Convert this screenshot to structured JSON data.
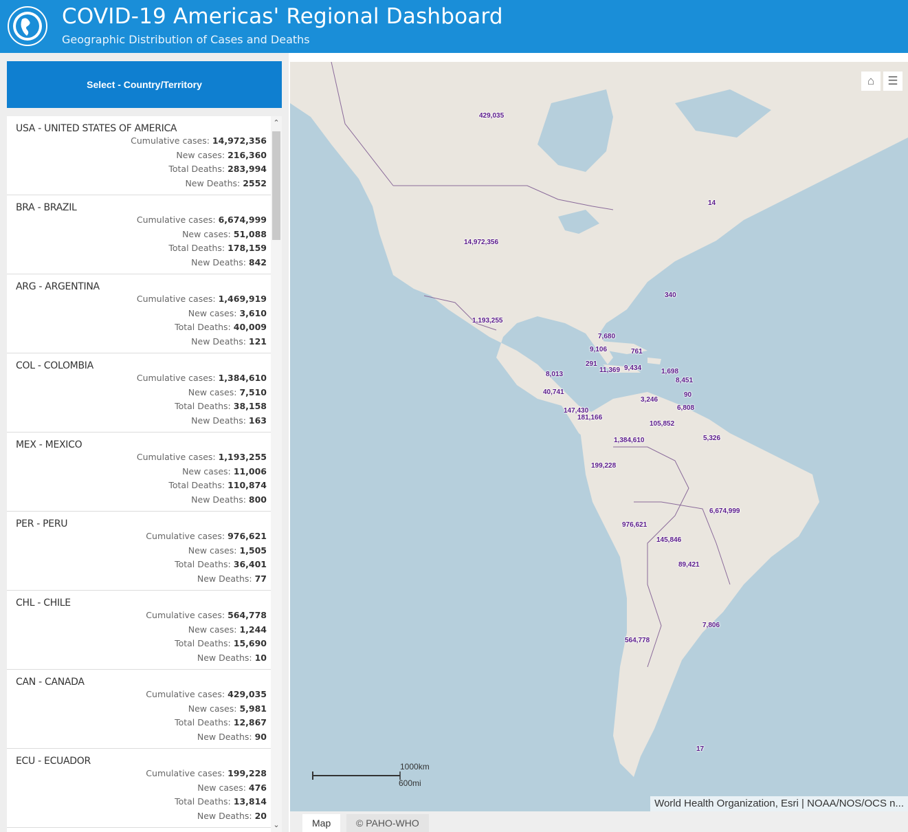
{
  "header": {
    "title": "COVID-19 Americas' Regional Dashboard",
    "subtitle": "Geographic Distribution of Cases and Deaths"
  },
  "sidebar": {
    "select_label": "Select - Country/Territory",
    "row_labels": {
      "cumulative": "Cumulative cases:",
      "new_cases": "New cases:",
      "total_deaths": "Total Deaths:",
      "new_deaths": "New Deaths:"
    },
    "countries": [
      {
        "name": "USA - UNITED STATES OF AMERICA",
        "cumulative": "14,972,356",
        "new_cases": "216,360",
        "total_deaths": "283,994",
        "new_deaths": "2552"
      },
      {
        "name": "BRA - BRAZIL",
        "cumulative": "6,674,999",
        "new_cases": "51,088",
        "total_deaths": "178,159",
        "new_deaths": "842"
      },
      {
        "name": "ARG - ARGENTINA",
        "cumulative": "1,469,919",
        "new_cases": "3,610",
        "total_deaths": "40,009",
        "new_deaths": "121"
      },
      {
        "name": "COL - COLOMBIA",
        "cumulative": "1,384,610",
        "new_cases": "7,510",
        "total_deaths": "38,158",
        "new_deaths": "163"
      },
      {
        "name": "MEX - MEXICO",
        "cumulative": "1,193,255",
        "new_cases": "11,006",
        "total_deaths": "110,874",
        "new_deaths": "800"
      },
      {
        "name": "PER - PERU",
        "cumulative": "976,621",
        "new_cases": "1,505",
        "total_deaths": "36,401",
        "new_deaths": "77"
      },
      {
        "name": "CHL - CHILE",
        "cumulative": "564,778",
        "new_cases": "1,244",
        "total_deaths": "15,690",
        "new_deaths": "10"
      },
      {
        "name": "CAN - CANADA",
        "cumulative": "429,035",
        "new_cases": "5,981",
        "total_deaths": "12,867",
        "new_deaths": "90"
      },
      {
        "name": "ECU - ECUADOR",
        "cumulative": "199,228",
        "new_cases": "476",
        "total_deaths": "13,814",
        "new_deaths": "20"
      }
    ]
  },
  "map": {
    "labels": [
      "429,035",
      "14",
      "14,972,356",
      "340",
      "1,193,255",
      "7,680",
      "9,106",
      "761",
      "291",
      "11,369",
      "9,434",
      "1,698",
      "8,451",
      "8,013",
      "40,741",
      "90",
      "3,246",
      "6,808",
      "147,430",
      "181,166",
      "105,852",
      "1,384,610",
      "5,326",
      "199,228",
      "6,674,999",
      "976,621",
      "145,846",
      "89,421",
      "7,806",
      "564,778",
      "17"
    ],
    "scale_km": "1000km",
    "scale_mi": "600mi",
    "attribution": "World Health Organization, Esri | NOAA/NOS/OCS n...",
    "home_icon": "home-icon",
    "legend_icon": "legend-list-icon"
  },
  "tabs": [
    {
      "label": "Map"
    },
    {
      "label": "© PAHO-WHO"
    }
  ]
}
